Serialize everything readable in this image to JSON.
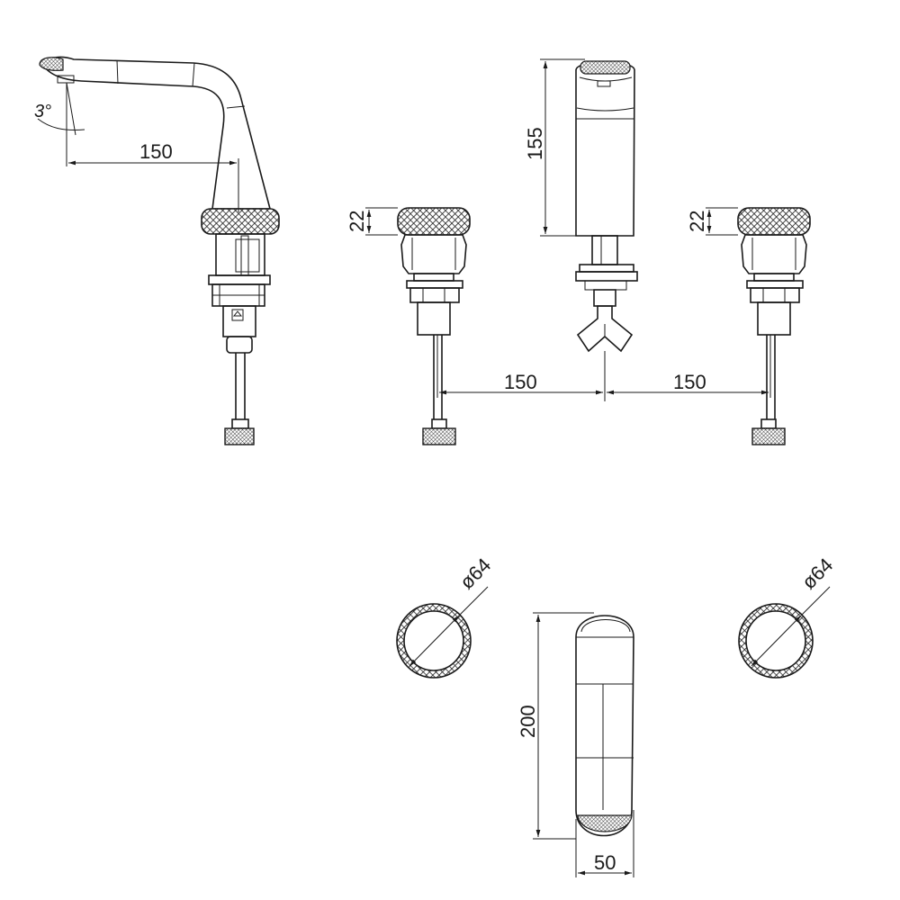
{
  "dimensions": {
    "spout_reach": "150",
    "spout_angle": "3°",
    "spout_height": "155",
    "handle_height_left": "22",
    "handle_height_right": "22",
    "spacing_left": "150",
    "spacing_right": "150",
    "handle_diameter_left": "ø64",
    "handle_diameter_right": "ø64",
    "spout_length": "200",
    "spout_width": "50"
  },
  "colors": {
    "line": "#1a1a1a",
    "background": "#ffffff"
  }
}
